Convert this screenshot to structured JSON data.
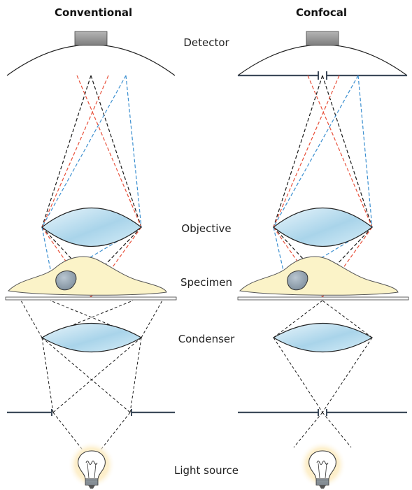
{
  "columns": {
    "conventional": "Conventional",
    "confocal": "Confocal"
  },
  "stages": {
    "detector": "Detector",
    "objective": "Objective",
    "specimen": "Specimen",
    "condenser": "Condenser",
    "light_source": "Light source"
  },
  "colors": {
    "ray_black": "#1a1a1a",
    "ray_red": "#e8503a",
    "ray_blue": "#3b8fd0",
    "lens_fill": "#bfe0ef",
    "specimen_fill": "#fbf3c8",
    "nucleus_fill": "#8a9aa8",
    "aperture": "#3d4a5a",
    "glow": "#fbe7b8"
  }
}
